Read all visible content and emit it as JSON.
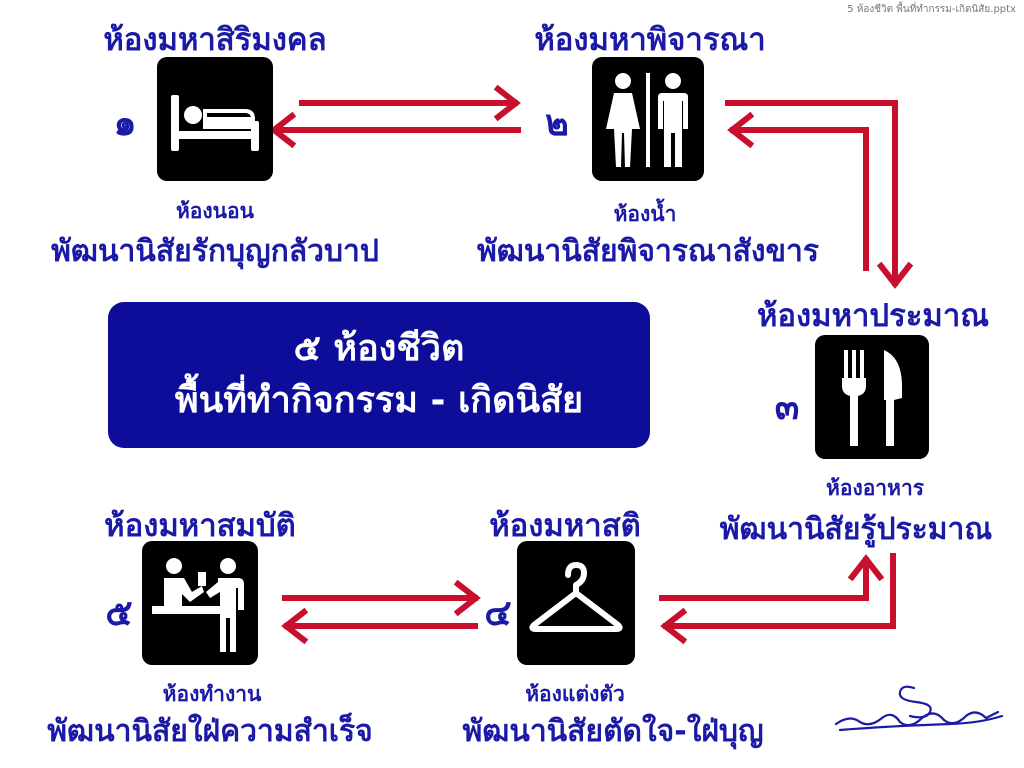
{
  "file_name": "5 ห้องชีวิต พื้นที่ทำกรรม-เกิดนิสัย.pptx",
  "center": {
    "line1": "๕ ห้องชีวิต",
    "line2": "พื้นที่ทำกิจกรรม - เกิดนิสัย"
  },
  "rooms": [
    {
      "number": "๑",
      "title": "ห้องมหาสิริมงคล",
      "subtitle": "ห้องนอน",
      "habit": "พัฒนานิสัยรักบุญกลัวบาป",
      "icon": "bed-icon"
    },
    {
      "number": "๒",
      "title": "ห้องมหาพิจารณา",
      "subtitle": "ห้องน้ำ",
      "habit": "พัฒนานิสัยพิจารณาสังขาร",
      "icon": "restroom-icon"
    },
    {
      "number": "๓",
      "title": "ห้องมหาประมาณ",
      "subtitle": "ห้องอาหาร",
      "habit": "พัฒนานิสัยรู้ประมาณ",
      "icon": "fork-knife-icon"
    },
    {
      "number": "๔",
      "title": "ห้องมหาสติ",
      "subtitle": "ห้องแต่งตัว",
      "habit": "พัฒนานิสัยตัดใจ-ใฝ่บุญ",
      "icon": "hanger-icon"
    },
    {
      "number": "๕",
      "title": "ห้องมหาสมบัติ",
      "subtitle": "ห้องทำงาน",
      "habit": "พัฒนานิสัยใฝ่ความสำเร็จ",
      "icon": "office-work-icon"
    }
  ],
  "colors": {
    "text": "#1b1aa6",
    "arrow": "#c8102e",
    "center_bg": "#0d0d9a",
    "icon_bg": "#000000"
  }
}
